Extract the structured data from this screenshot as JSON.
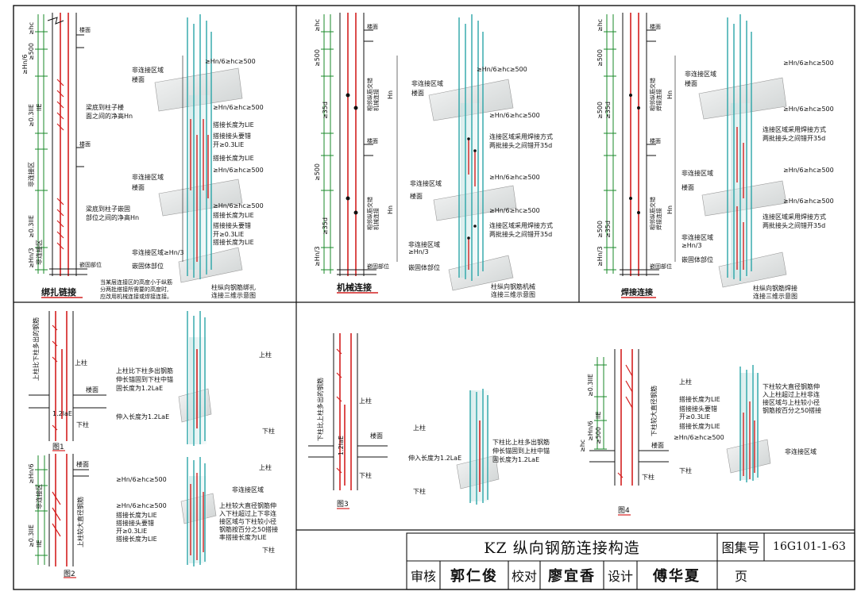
{
  "panels": {
    "p1": {
      "caption": "绑扎链接",
      "note": [
        "当某层连接区的高度小于纵筋",
        "分两批搭接所需要的高度时,",
        "应改用机械连接或焊接连接。"
      ],
      "title": [
        "柱纵向钢筋绑扎",
        "连接三维示意图"
      ],
      "labels": [
        "≥Hn/6≥hc≥500",
        "非连接区域",
        "楼面",
        "≥Hn/6≥hc≥500",
        "梁底到柱子楼",
        "面之间的净高Hn",
        "搭接长度为LlE",
        "搭接接头要错",
        "开≥0.3LlE",
        "搭接长度为LlE",
        "非连接区域",
        "楼面",
        "≥Hn/6≥hc≥500",
        "梁底到柱子嵌固",
        "部位之间的净高Hn",
        "搭接长度为LlE",
        "搭接接头要错",
        "开≥0.3LlE",
        "搭接长度为LlE",
        "非连接区域≥Hn/3",
        "嵌固体部位",
        "嵌固部位",
        "楼面"
      ],
      "dims": [
        "≥hc",
        "≥500",
        "≥Hn/6",
        "非连接区",
        "≥0.3llE",
        "llE",
        "≥Hn/3",
        "非连接区"
      ]
    },
    "p2": {
      "caption": "机械连接",
      "title": [
        "柱纵向钢筋机械",
        "连接三维示意图"
      ],
      "labels": [
        "≥Hn/6≥hc≥500",
        "非连接区域",
        "楼面",
        "≥Hn/6≥hc≥500",
        "连接区域采用焊接方式",
        "两批接头之间错开35d",
        "≥Hn/6≥hc≥500",
        "非连接区域",
        "楼面",
        "≥Hn/6≥hc≥500",
        "连接区域采用焊接方式",
        "两批接头之间错开35d",
        "非连接区域",
        "≥Hn/3",
        "嵌固体部位",
        "相邻纵筋交错",
        "机械连接",
        "嵌固部位",
        "楼面"
      ],
      "dims": [
        "≥35d",
        "≥500",
        "Hn"
      ]
    },
    "p3": {
      "caption": "焊接连接",
      "title": [
        "柱纵向钢筋焊接",
        "连接三维示意图"
      ],
      "labels": [
        "≥Hn/6≥hc≥500",
        "非连接区域",
        "楼面",
        "≥Hn/6≥hc≥500",
        "连接区域采用焊接方式",
        "两批接头之间错开35d",
        "≥Hn/6≥hc≥500",
        "非连接区域",
        "楼面",
        "≥Hn/6≥hc≥500",
        "连接区域采用焊接方式",
        "两批接头之间错开35d",
        "非连接区域",
        "≥Hn/3",
        "嵌固体部位",
        "相邻纵筋交错",
        "焊接连接",
        "嵌固部位",
        "楼面"
      ],
      "dims": [
        "≥500",
        "≥35d",
        "Hn"
      ]
    },
    "p4": {
      "fig1": "图1",
      "fig2": "图2",
      "labels1": [
        "上柱",
        "上柱比下柱多出钢筋",
        "伸长锚固到下柱中锚",
        "固长度为1.2LaE",
        "伸入长度为1.2LaE",
        "下柱",
        "上柱",
        "楼面",
        "下柱",
        "上柱比下柱多出的钢筋",
        "1.2laE"
      ],
      "labels2": [
        "上柱",
        "非连接区域",
        "≥Hn/6≥hc≥500",
        "≥Hn/6≥hc≥500",
        "搭接长度为LlE",
        "搭接接头要错",
        "开≥0.3LlE",
        "搭接长度为LlE",
        "上柱较大直径钢筋伸",
        "入下柱超过上下非连",
        "接区域与下柱较小径",
        "钢筋按百分之50搭接",
        "率搭接长度为LlE",
        "下柱",
        "上柱较大直径钢筋",
        "≥Hn/6",
        "≥0.3llE",
        "llE",
        "非连接区"
      ]
    },
    "p5": {
      "fig3": "图3",
      "fig4": "图4",
      "labels3": [
        "下柱比上柱多出的钢筋",
        "上柱",
        "楼面",
        "上柱",
        "伸入长度为1.2LaE",
        "下柱",
        "下柱比上柱多出钢筋",
        "伸长锚固到上柱中锚",
        "固长度为1.2LaE",
        "下柱",
        "1.2laE"
      ],
      "labels4": [
        "≥0.3llE",
        "llE",
        "≥Hn/6",
        "≥hc",
        "≥500",
        "下柱较大直径钢筋",
        "楼面",
        "下柱",
        "上柱",
        "下柱较大直径钢筋伸",
        "入上柱超过上柱非连",
        "接区域与上柱较小径",
        "钢筋按百分之50搭接",
        "搭接长度为LlE",
        "搭接接头要错",
        "开≥0.3LlE",
        "搭接长度为LlE",
        "≥Hn/6≥hc≥500",
        "非连接区域",
        "下柱"
      ]
    }
  },
  "title_block": {
    "title": "KZ 纵向钢筋连接构造",
    "atlas_label": "图集号",
    "atlas_no": "16G101-1-63",
    "review_label": "审核",
    "reviewer": "郭仁俊",
    "check_label": "校对",
    "checker": "廖宜香",
    "design_label": "设计",
    "designer": "傅华夏",
    "page_label": "页"
  },
  "colors": {
    "rebar": "#d42020",
    "stirrup": "#d42020",
    "column3d": "#2aa5a8",
    "dim": "#1a8a2a",
    "line": "#111111",
    "slab": "#e6e8e8"
  }
}
